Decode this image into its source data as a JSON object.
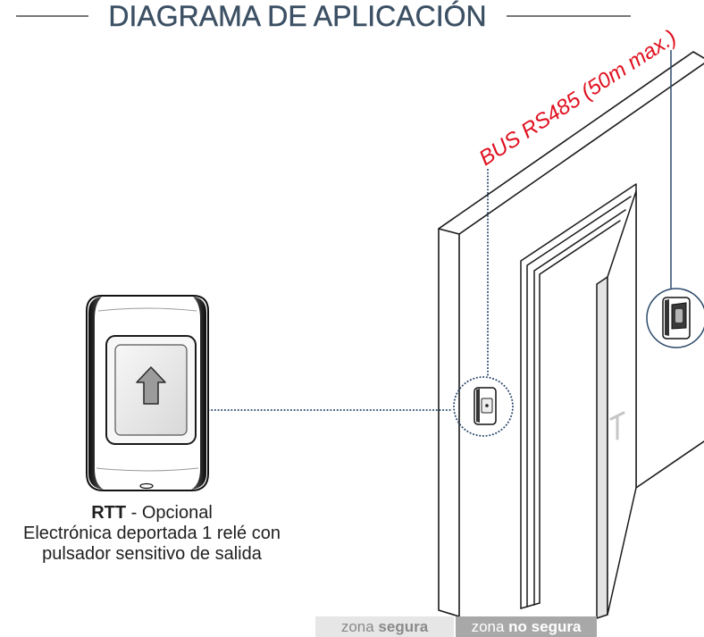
{
  "header": {
    "title": "DIAGRAMA DE APLICACIÓN"
  },
  "bus": {
    "label": "BUS RS485 (50m max.)"
  },
  "device": {
    "name": "RTT",
    "name_suffix": " - Opcional",
    "description_line1": "Electrónica deportada 1 relé con",
    "description_line2": "pulsador sensitivo de salida"
  },
  "zones": {
    "secure": {
      "prefix": "zona ",
      "emphasis": "segura"
    },
    "insecure": {
      "prefix": "zona ",
      "emphasis": "no segura"
    }
  },
  "colors": {
    "title": "#3c5064",
    "bus_label": "#e0101f",
    "connection": "#2d4a6b",
    "secure_zone_bg": "#e6e6e6",
    "insecure_zone_bg": "#a8a8a8"
  },
  "icons": {
    "exit_button": "arrow-up-icon"
  }
}
